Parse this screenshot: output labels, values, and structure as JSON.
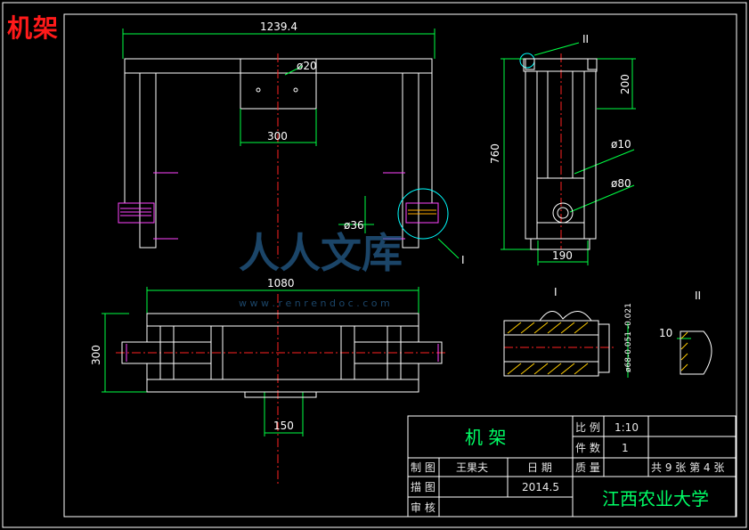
{
  "overlay_title": "机架",
  "dimensions": {
    "top_width": "1239.4",
    "plate_width": "300",
    "hole_dia": "ø20",
    "pin_dia": "ø36",
    "side_height": "760",
    "side_top": "200",
    "side_d10": "ø10",
    "side_d80": "ø80",
    "side_width": "190",
    "plan_width": "1080",
    "plan_height": "300",
    "plan_center": "150",
    "detail_i_dim": "ø68-0.051 -0.021",
    "detail_ii_dim": "10"
  },
  "detail_labels": {
    "roman_i": "I",
    "roman_ii": "II"
  },
  "watermark": {
    "main": "人人文库",
    "url": "w w w . r e n r e n d o c . c o m"
  },
  "title_block": {
    "part_name": "机 架",
    "scale_label": "比 例",
    "scale_value": "1:10",
    "qty_label": "件 数",
    "qty_value": "1",
    "drawn_label": "制 图",
    "drawn_name": "王果夫",
    "date_label": "日 期",
    "mass_label": "质 量",
    "sheets": "共 9 张  第 4 张",
    "trace_label": "描 图",
    "date_value": "2014.5",
    "review_label": "审 核",
    "school": "江西农业大学"
  }
}
